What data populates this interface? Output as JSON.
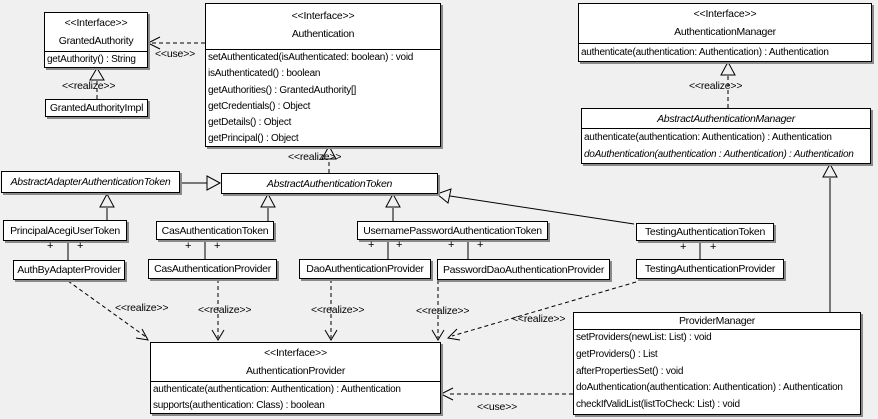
{
  "colors": {
    "background": "#f0f0f0",
    "box_fill": "#ffffff",
    "border": "#000000",
    "shadow": "#8a8a8a"
  },
  "labels": {
    "use": "<<use>>",
    "realize": "<<realize>>",
    "plus": "+"
  },
  "classes": {
    "granted_authority": {
      "stereotype": "<<Interface>>",
      "name": "GrantedAuthority",
      "methods": [
        "getAuthority() : String"
      ]
    },
    "granted_authority_impl": {
      "name": "GrantedAuthorityImpl"
    },
    "authentication": {
      "stereotype": "<<Interface>>",
      "name": "Authentication",
      "methods": [
        "setAuthenticated(isAuthenticated: boolean) : void",
        "isAuthenticated() : boolean",
        "getAuthorities() : GrantedAuthority[]",
        "getCredentials() : Object",
        "getDetails() : Object",
        "getPrincipal() : Object"
      ]
    },
    "authentication_manager": {
      "stereotype": "<<Interface>>",
      "name": "AuthenticationManager",
      "methods": [
        "authenticate(authentication: Authentication) : Authentication"
      ]
    },
    "abstract_authentication_manager": {
      "name": "AbstractAuthenticationManager",
      "abstract": true,
      "methods": [
        "authenticate(authentication: Authentication) : Authentication",
        "doAuthentication(authentication : Authentication) : Authentication"
      ]
    },
    "abstract_adapter_authentication_token": {
      "name": "AbstractAdapterAuthenticationToken",
      "abstract": true
    },
    "abstract_authentication_token": {
      "name": "AbstractAuthenticationToken",
      "abstract": true
    },
    "principal_acegi_user_token": {
      "name": "PrincipalAcegiUserToken"
    },
    "cas_authentication_token": {
      "name": "CasAuthenticationToken"
    },
    "username_password_authentication_token": {
      "name": "UsernamePasswordAuthenticationToken"
    },
    "testing_authentication_token": {
      "name": "TestingAuthenticationToken"
    },
    "auth_by_adapter_provider": {
      "name": "AuthByAdapterProvider"
    },
    "cas_authentication_provider": {
      "name": "CasAuthenticationProvider"
    },
    "dao_authentication_provider": {
      "name": "DaoAuthenticationProvider"
    },
    "password_dao_authentication_provider": {
      "name": "PasswordDaoAuthenticationProvider"
    },
    "testing_authentication_provider": {
      "name": "TestingAuthenticationProvider"
    },
    "authentication_provider": {
      "stereotype": "<<Interface>>",
      "name": "AuthenticationProvider",
      "methods": [
        "authenticate(authentication: Authentication) : Authentication",
        "supports(authentication: Class) : boolean"
      ]
    },
    "provider_manager": {
      "name": "ProviderManager",
      "methods": [
        "setProviders(newList: List) : void",
        "getProviders() : List",
        "afterPropertiesSet() : void",
        "doAuthentication(authentication: Authentication) : Authentication",
        "checkIfValidList(listToCheck: List) : void"
      ]
    }
  },
  "relationships": [
    {
      "from": "Authentication",
      "to": "GrantedAuthority",
      "type": "use"
    },
    {
      "from": "GrantedAuthorityImpl",
      "to": "GrantedAuthority",
      "type": "realize"
    },
    {
      "from": "AbstractAuthenticationToken",
      "to": "Authentication",
      "type": "realize"
    },
    {
      "from": "AbstractAuthenticationManager",
      "to": "AuthenticationManager",
      "type": "realize"
    },
    {
      "from": "AbstractAdapterAuthenticationToken",
      "to": "AbstractAuthenticationToken",
      "type": "generalization"
    },
    {
      "from": "PrincipalAcegiUserToken",
      "to": "AbstractAdapterAuthenticationToken",
      "type": "generalization"
    },
    {
      "from": "CasAuthenticationToken",
      "to": "AbstractAuthenticationToken",
      "type": "generalization"
    },
    {
      "from": "UsernamePasswordAuthenticationToken",
      "to": "AbstractAuthenticationToken",
      "type": "generalization"
    },
    {
      "from": "TestingAuthenticationToken",
      "to": "AbstractAuthenticationToken",
      "type": "generalization"
    },
    {
      "from": "ProviderManager",
      "to": "AbstractAuthenticationManager",
      "type": "generalization"
    },
    {
      "from": "PrincipalAcegiUserToken",
      "to": "AuthByAdapterProvider",
      "type": "association"
    },
    {
      "from": "CasAuthenticationToken",
      "to": "CasAuthenticationProvider",
      "type": "association"
    },
    {
      "from": "UsernamePasswordAuthenticationToken",
      "to": "DaoAuthenticationProvider",
      "type": "association"
    },
    {
      "from": "UsernamePasswordAuthenticationToken",
      "to": "PasswordDaoAuthenticationProvider",
      "type": "association"
    },
    {
      "from": "TestingAuthenticationToken",
      "to": "TestingAuthenticationProvider",
      "type": "association"
    },
    {
      "from": "AuthByAdapterProvider",
      "to": "AuthenticationProvider",
      "type": "realize"
    },
    {
      "from": "CasAuthenticationProvider",
      "to": "AuthenticationProvider",
      "type": "realize"
    },
    {
      "from": "DaoAuthenticationProvider",
      "to": "AuthenticationProvider",
      "type": "realize"
    },
    {
      "from": "PasswordDaoAuthenticationProvider",
      "to": "AuthenticationProvider",
      "type": "realize"
    },
    {
      "from": "TestingAuthenticationProvider",
      "to": "AuthenticationProvider",
      "type": "realize"
    },
    {
      "from": "ProviderManager",
      "to": "AuthenticationProvider",
      "type": "use"
    }
  ]
}
